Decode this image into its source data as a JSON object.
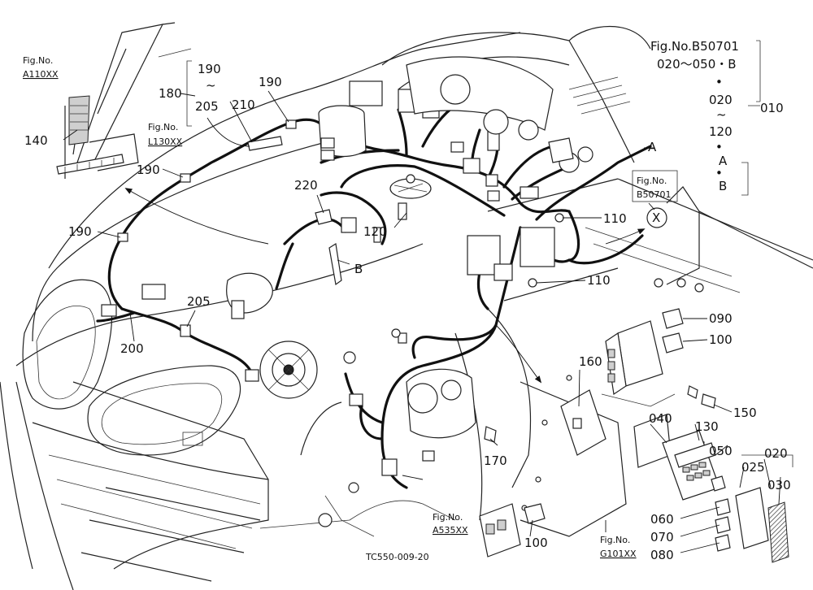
{
  "figure_code": "TC550-009-20",
  "part_labels": {
    "p010": "010",
    "p020": "020",
    "p025": "025",
    "p030": "030",
    "p040": "040",
    "p050": "050",
    "p060": "060",
    "p070": "070",
    "p080": "080",
    "p090": "090",
    "p100a": "100",
    "p100b": "100",
    "p110a": "110",
    "p110b": "110",
    "p120": "120",
    "p130": "130",
    "p140": "140",
    "p150": "150",
    "p160": "160",
    "p170": "170",
    "p180": "180",
    "p190a": "190",
    "p190b": "190",
    "p190c": "190",
    "p190d": "190",
    "p200": "200",
    "p205a": "205",
    "p205b": "205",
    "p210": "210",
    "p220": "220"
  },
  "markers": {
    "a_top": "A",
    "a_bottom": "A",
    "b_top": "B",
    "b_bottom": "B",
    "b_conn": "B",
    "x": "X",
    "tilde_a": "~",
    "tilde_b": "~",
    "dot1": "•",
    "dot2": "•",
    "dot3": "•"
  },
  "fig_refs": {
    "a110": {
      "label": "Fig.No.",
      "code": "A110XX"
    },
    "l130": {
      "label": "Fig.No.",
      "code": "L130XX"
    },
    "b50701_box": {
      "label": "Fig.No.",
      "code": "B50701"
    },
    "a535": {
      "label": "Fig.No.",
      "code": "A535XX"
    },
    "g101": {
      "label": "Fig.No.",
      "code": "G101XX"
    }
  },
  "top_right_note": {
    "line1": "Fig.No.B50701",
    "line2": "020～050・B",
    "line3": "020",
    "line4": "120",
    "line5": "A"
  }
}
